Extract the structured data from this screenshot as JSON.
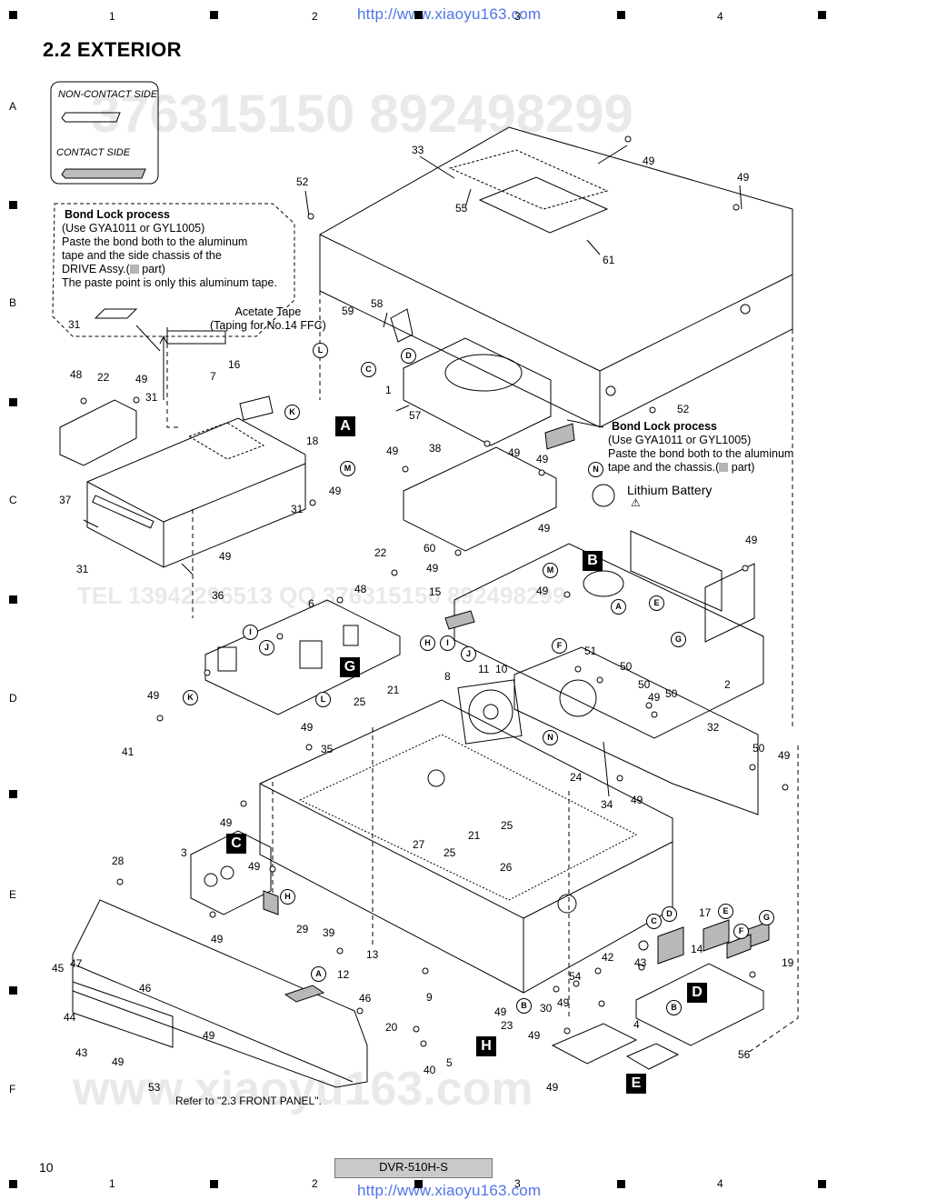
{
  "header": {
    "url": "http://www.xiaoyu163.com",
    "columns": [
      "1",
      "2",
      "3",
      "4"
    ]
  },
  "footer": {
    "page_number": "10",
    "model": "DVR-510H-S",
    "url": "http://www.xiaoyu163.com"
  },
  "rows": [
    "A",
    "B",
    "C",
    "D",
    "E",
    "F"
  ],
  "section_title": "2.2  EXTERIOR",
  "legend": {
    "non_contact": "NON-CONTACT SIDE",
    "contact": "CONTACT SIDE"
  },
  "watermark": {
    "numbers": "376315150   892498299",
    "tel": "TEL  13942296513    QQ  376315150   892498299",
    "site": "www.xiaoyu163.com"
  },
  "notes": {
    "bond_left": {
      "title": "Bond Lock process",
      "l1": "(Use GYA1011 or GYL1005)",
      "l2": "Paste the bond both to the aluminum",
      "l3": "tape and the side chassis of the",
      "l4a": "DRIVE Assy.(",
      "l4b": " part)",
      "l5": "The paste point is only this aluminum tape."
    },
    "bond_right": {
      "title": "Bond Lock process",
      "l1": "(Use GYA1011 or GYL1005)",
      "l2": "Paste the bond both to the aluminum",
      "l3a": "tape and the chassis.(",
      "l3b": " part)"
    },
    "acetate": {
      "l1": "Acetate Tape",
      "l2": "(Taping for No.14 FFC)"
    },
    "battery": "Lithium Battery",
    "refer": "Refer to \"2.3 FRONT PANEL\"."
  },
  "part_numbers": [
    "33",
    "49",
    "52",
    "55",
    "61",
    "49",
    "59",
    "58",
    "1",
    "57",
    "52",
    "48",
    "22",
    "49",
    "31",
    "7",
    "16",
    "18",
    "38",
    "49",
    "31",
    "49",
    "37",
    "31",
    "49",
    "22",
    "49",
    "31",
    "36",
    "48",
    "60",
    "49",
    "49",
    "49",
    "2",
    "6",
    "15",
    "11",
    "10",
    "49",
    "49",
    "51",
    "8",
    "50",
    "50",
    "49",
    "50",
    "21",
    "25",
    "49",
    "35",
    "41",
    "32",
    "50",
    "49",
    "24",
    "34",
    "49",
    "49",
    "21",
    "25",
    "25",
    "26",
    "27",
    "3",
    "49",
    "49",
    "28",
    "29",
    "39",
    "49",
    "13",
    "12",
    "17",
    "19",
    "14",
    "42",
    "43",
    "45",
    "47",
    "46",
    "44",
    "43",
    "49",
    "49",
    "46",
    "20",
    "53",
    "9",
    "49",
    "23",
    "30",
    "49",
    "4",
    "49",
    "56",
    "54",
    "40",
    "5",
    "49"
  ],
  "connectors": [
    "L",
    "C",
    "D",
    "K",
    "M",
    "N",
    "M",
    "A",
    "E",
    "G",
    "F",
    "H",
    "I",
    "J",
    "I",
    "J",
    "K",
    "L",
    "N",
    "C",
    "D",
    "E",
    "F",
    "G",
    "H",
    "A",
    "B",
    "B"
  ],
  "section_markers": [
    "A",
    "B",
    "G",
    "C",
    "D",
    "H",
    "E"
  ]
}
